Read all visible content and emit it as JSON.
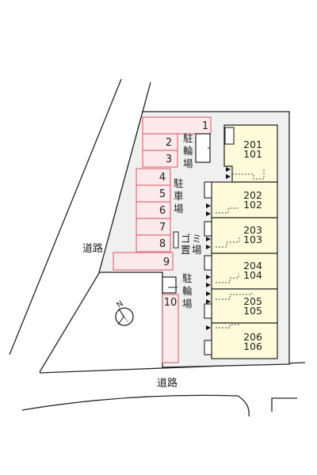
{
  "map": {
    "road_labels": [
      "道路",
      "道路"
    ],
    "parking_label": "駐車場",
    "bicycle_parking_label": "駐輪場",
    "garbage_label": "ゴミ置場",
    "parking_spaces": [
      "1",
      "2",
      "3",
      "4",
      "5",
      "6",
      "7",
      "8",
      "9",
      "10"
    ],
    "units": [
      {
        "upper": "201",
        "lower": "101"
      },
      {
        "upper": "202",
        "lower": "102"
      },
      {
        "upper": "203",
        "lower": "103"
      },
      {
        "upper": "204",
        "lower": "104"
      },
      {
        "upper": "205",
        "lower": "105"
      },
      {
        "upper": "206",
        "lower": "106"
      }
    ],
    "north_label": "N"
  },
  "colors": {
    "lot_fill": "#f0f0f0",
    "parking_stroke": "#e0707a",
    "parking_fill": "#fbe9ec",
    "building_fill": "#fdfbd9",
    "line": "#222222"
  }
}
